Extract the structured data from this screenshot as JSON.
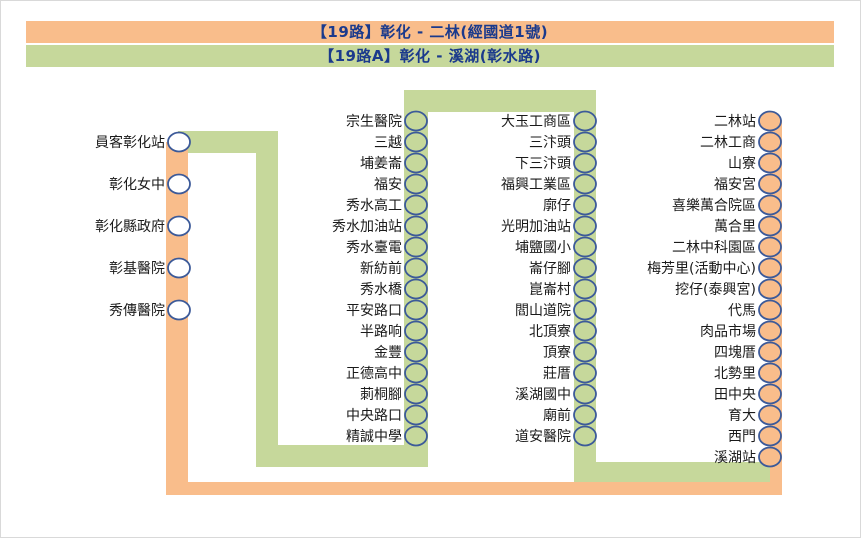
{
  "banners": {
    "route_19": "【19路】彰化 - 二林(經國道1號)",
    "route_19a": "【19路A】彰化 - 溪湖(彰水路)"
  },
  "colors": {
    "route_19_color": "#f9bd8b",
    "route_19a_color": "#c6d89b",
    "stop_outline": "#3c5a99",
    "title_text": "#1b3a8c"
  },
  "columns": [
    {
      "id": "col1",
      "stops": [
        "員客彰化站",
        "彰化女中",
        "彰化縣政府",
        "彰基醫院",
        "秀傳醫院"
      ]
    },
    {
      "id": "col2",
      "stops": [
        "宗生醫院",
        "三越",
        "埔姜崙",
        "福安",
        "秀水高工",
        "秀水加油站",
        "秀水臺電",
        "新紡前",
        "秀水橋",
        "平安路口",
        "半路响",
        "金豐",
        "正德高中",
        "莿桐腳",
        "中央路口",
        "精誠中學"
      ]
    },
    {
      "id": "col3",
      "stops": [
        "大玉工商區",
        "三汴頭",
        "下三汴頭",
        "福興工業區",
        "廓仔",
        "光明加油站",
        "埔鹽國小",
        "崙仔腳",
        "崑崙村",
        "閻山道院",
        "北頂寮",
        "頂寮",
        "莊厝",
        "溪湖國中",
        "廟前",
        "道安醫院"
      ]
    },
    {
      "id": "col4",
      "stops": [
        "二林站",
        "二林工商",
        "山寮",
        "福安宮",
        "喜樂萬合院區",
        "萬合里",
        "二林中科園區",
        "梅芳里(活動中心)",
        "挖仔(泰興宮)",
        "代馬",
        "肉品市場",
        "四塊厝",
        "北勢里",
        "田中央",
        "育大",
        "西門",
        "溪湖站"
      ]
    }
  ]
}
